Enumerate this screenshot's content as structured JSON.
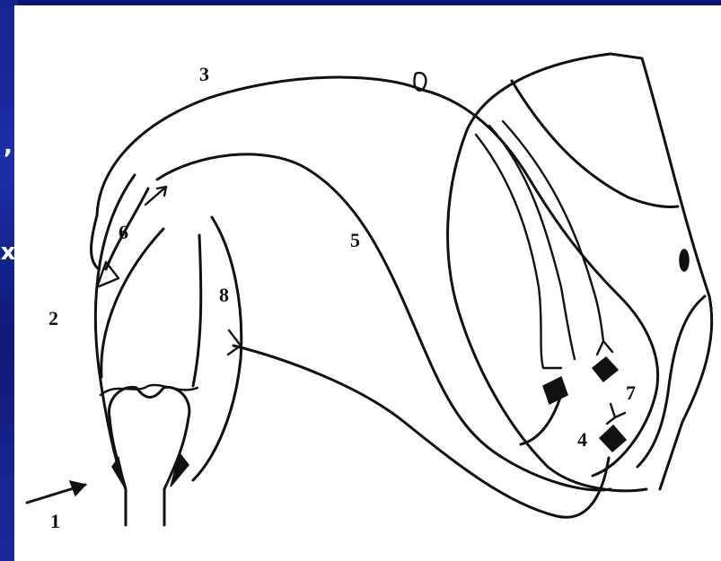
{
  "slide": {
    "edge_glyphs": [
      ",",
      "x"
    ]
  },
  "diagram": {
    "labels": [
      "1",
      "2",
      "3",
      "4",
      "5",
      "6",
      "7",
      "8"
    ]
  }
}
